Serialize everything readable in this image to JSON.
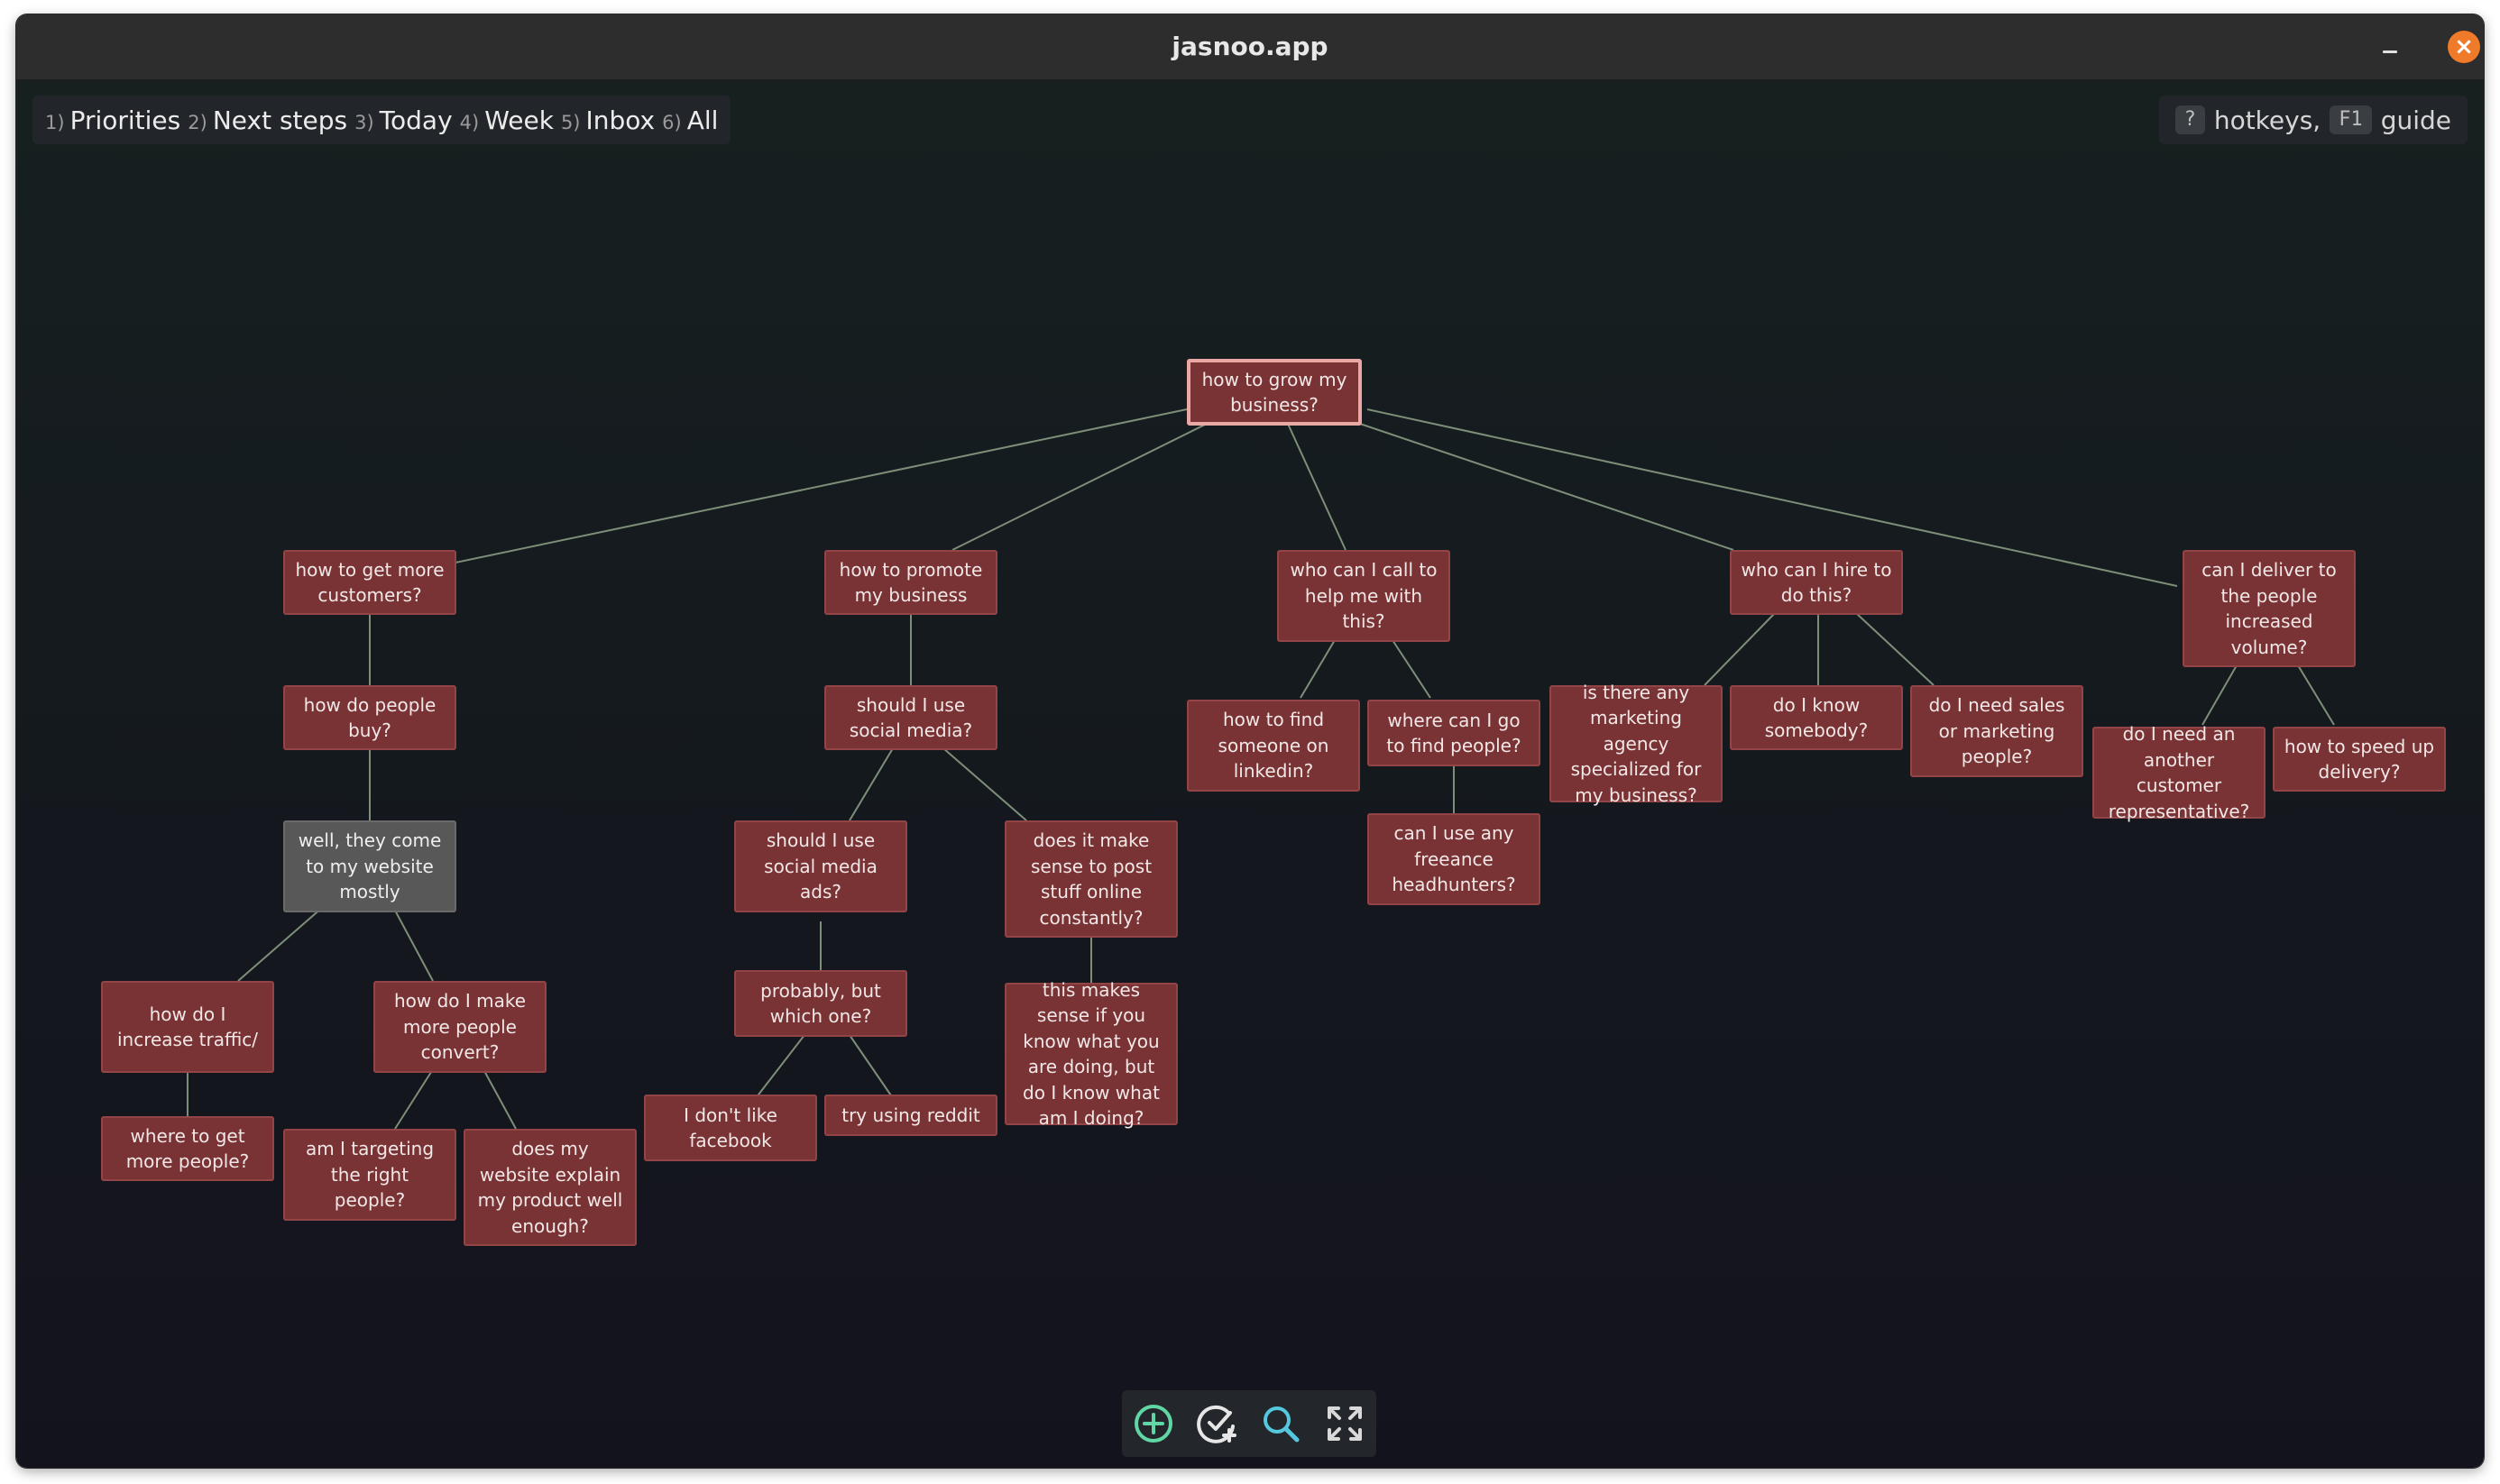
{
  "window": {
    "title": "jasnoo.app"
  },
  "nav": [
    {
      "num": "1)",
      "label": "Priorities"
    },
    {
      "num": "2)",
      "label": "Next steps"
    },
    {
      "num": "3)",
      "label": "Today"
    },
    {
      "num": "4)",
      "label": "Week"
    },
    {
      "num": "5)",
      "label": "Inbox"
    },
    {
      "num": "6)",
      "label": "All"
    }
  ],
  "help": {
    "key_q": "?",
    "hotkeys": "hotkeys,",
    "key_f1": "F1",
    "guide": "guide"
  },
  "nodes": {
    "root": "how to grow my business?",
    "customers": "how to get more customers?",
    "people_buy": "how do people buy?",
    "website": "well, they come to my website mostly",
    "traffic": "how do I increase traffic/",
    "where_people": "where to get more people?",
    "convert": "how do I make more people convert?",
    "targeting": "am I targeting the right people?",
    "explain": "does my website explain my product well enough?",
    "promote": "how to promote my business",
    "social": "should I use social media?",
    "social_ads": "should I use social media ads?",
    "probably": "probably, but which one?",
    "facebook": "I don't like facebook",
    "reddit": "try using reddit",
    "post_stuff": "does it make sense to post stuff online constantly?",
    "makes_sense": "this makes sense if you know what you are doing, but do I know what am I doing?",
    "call": "who can I call to help me with this?",
    "linkedin": "how to find someone on linkedin?",
    "find_people": "where can I go to find people?",
    "freelance": "can I use any freeance headhunters?",
    "hire": "who can I hire to do this?",
    "agency": "is there any marketing agency specialized for my business?",
    "know_somebody": "do I know somebody?",
    "sales": "do I need sales or marketing people?",
    "deliver": "can I deliver to the people increased volume?",
    "cs_rep": "do I need an another customer representative?",
    "speed": "how to speed up delivery?"
  },
  "colors": {
    "node_fill": "#7a3335",
    "node_border": "#934447",
    "selected_border": "#eaa8a5",
    "note_fill": "#585858",
    "edge": "#7d8f78",
    "add_icon": "#5fd6a4",
    "search_icon": "#54c8dc"
  },
  "toolbar": {
    "add": "add-circle-icon",
    "check": "check-add-icon",
    "search": "search-icon",
    "fullscreen": "fullscreen-icon"
  }
}
